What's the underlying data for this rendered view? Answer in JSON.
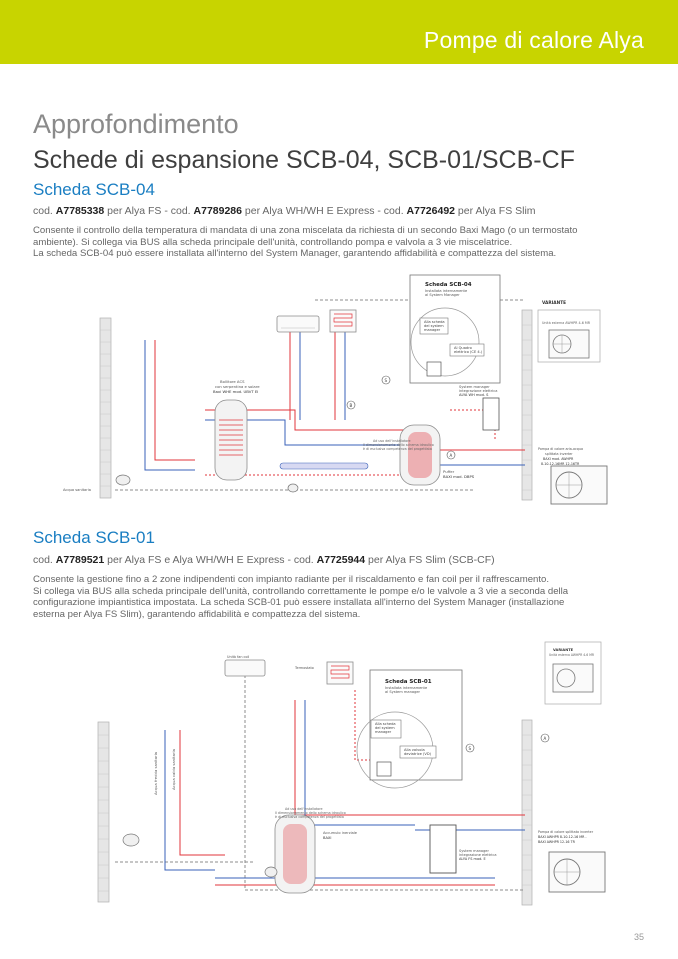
{
  "header": {
    "brand": "Pompe di calore Alya"
  },
  "section_title": "Approfondimento",
  "main_title": "Schede di espansione SCB-04, SCB-01/SCB-CF",
  "scb04": {
    "heading": "Scheda SCB-04",
    "code_prefix": "cod. ",
    "code1": "A7785338",
    "code1_for": " per Alya FS - cod. ",
    "code2": "A7789286",
    "code2_for": " per Alya WH/WH E Express - cod. ",
    "code3": "A7726492",
    "code3_for": " per Alya FS Slim",
    "description": [
      "Consente il controllo della temperatura di mandata di una zona miscelata da richiesta di un secondo Baxi Mago (o un termostato",
      "ambiente). Si collega via BUS alla scheda principale dell'unità, controllando pompa e valvola a 3 vie miscelatrice.",
      "La scheda SCB-04 può essere installata all'interno del System Manager, garantendo affidabilità e compattezza del sistema."
    ],
    "diagram": {
      "card_title": "Scheda SCB-04",
      "card_sub1": "Installata internamente",
      "card_sub2": "al System Manager",
      "card_box1_l1": "Alla scheda",
      "card_box1_l2": "del system",
      "card_box1_l3": "manager",
      "card_box2_l1": "Al Quadro",
      "card_box2_l2": "elettrico (CE 4.)",
      "variant_label": "VARIANTE",
      "variant_unit": "Unità esterna AWHPR 4-6 MR",
      "pump_label_l1": "Pompa di calore aria-acqua",
      "pump_label_l2": "splittata inverter",
      "pump_label_l3": "BAXI mod. AWHPR",
      "pump_label_l4": "8-10-12-16MR 12-16TR",
      "boiler_label_l1": "Bollitore ACS",
      "boiler_label_l2": "con serpentina e solare",
      "boiler_label_l3": "Baxi WHE mod. UBVT EI",
      "tank_label_l1": "Puffer",
      "tank_label_l2": "BAXI mod. DBPS",
      "system_label_l1": "System manager",
      "system_label_l2": "integrazione elettrica",
      "system_label_l3": "ALYA WH mod. S",
      "note_l1": "Ad uso dell'installatore",
      "note_l2": "Il dimensionamento dello schema idraulico",
      "note_l3": "è di esclusiva competenza del progettista",
      "wall_label": "Acqua sanitaria",
      "badge_s": "S",
      "badge_a": "A",
      "badge_b": "B"
    }
  },
  "scb01": {
    "heading": "Scheda SCB-01",
    "code_prefix": "cod. ",
    "code1": "A7789521",
    "code1_for": " per Alya FS e Alya WH/WH E Express - cod. ",
    "code2": "A7725944",
    "code2_for": " per Alya FS Slim (SCB-CF)",
    "description": [
      "Consente la gestione fino a 2 zone indipendenti con impianto radiante per il riscaldamento e fan coil per il raffrescamento.",
      "Si collega via BUS alla scheda principale dell'unità, controllando correttamente le pompe e/o le valvole a 3 vie a seconda della",
      "configurazione impiantistica impostata. La scheda SCB-01 può essere installata all'interno del System Manager (installazione",
      "esterna per Alya FS Slim), garantendo affidabilità e compattezza del sistema."
    ],
    "diagram": {
      "card_title": "Scheda SCB-01",
      "card_sub1": "Installata internamente",
      "card_sub2": "al System manager",
      "card_box1_l1": "Alla scheda",
      "card_box1_l2": "del system",
      "card_box1_l3": "manager",
      "card_box2_l1": "Alla valvola",
      "card_box2_l2": "deviatrice (VD)",
      "variant_title": "VARIANTE",
      "variant_unit": "Unità esterna AWHPR 4-6 MR",
      "pump_label_l1": "Pompa di calore splittata inverter",
      "pump_label_l2": "BAXI AWHPR 8-10-12-16 MR -",
      "pump_label_l3": "BAXI AWHPR 12-16 TR",
      "tank_label_l1": "Accumulo inerziale",
      "tank_label_l2": "BAXI",
      "system_label_l1": "System manager",
      "system_label_l2": "integrazione elettrica",
      "system_label_l3": "ALYA FS mod. E",
      "fancoil_label": "Unità fan coil",
      "radiant_label": "Termostato",
      "note_l1": "Ad uso dell'installatore",
      "note_l2": "Il dimensionamento dello schema idraulico",
      "note_l3": "è di esclusiva competenza del progettista",
      "mandata_label": "Acqua fredda sanitaria",
      "ritorno_label": "Acqua calda sanitaria",
      "badge_s": "S",
      "badge_a": "A"
    }
  },
  "page_number": "35",
  "colors": {
    "lime": "#c8d400",
    "blue_heading": "#1a7ec2",
    "pipe_red": "#e2343b",
    "pipe_blue": "#3a62b8",
    "pipe_gray": "#8c8c8c",
    "wall_brick": "#d8d8d8"
  }
}
